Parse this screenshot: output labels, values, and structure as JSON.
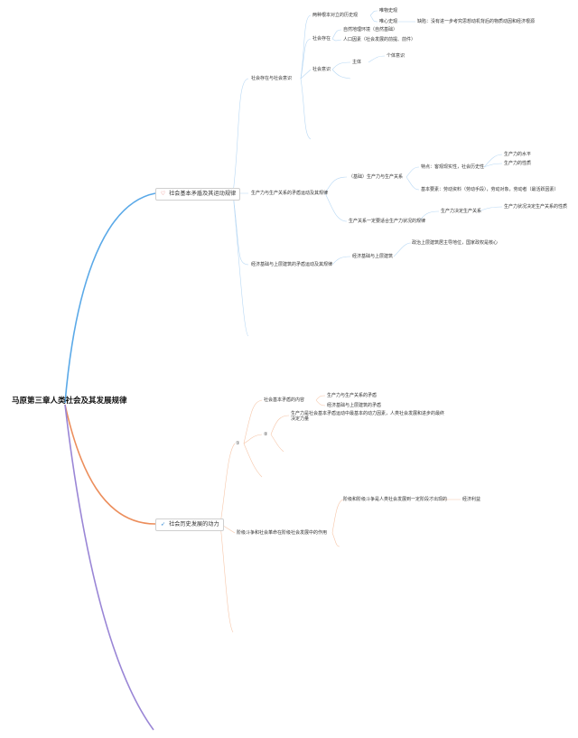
{
  "root": {
    "title": "马原第三章人类社会及其发展规律"
  },
  "colors": {
    "blue": "#5aa9e8",
    "orange": "#ec8e5c",
    "purple": "#9a86d6",
    "thin_blue": "#b8d8f4",
    "thin_orange": "#f6c7aa"
  },
  "branch1": {
    "label": "社会基本矛盾及其运动规律",
    "icon": "heart-icon",
    "n1": {
      "label": "社会存在与社会意识",
      "a": {
        "label": "两种根本对立的历史观",
        "c1": "唯物史观",
        "c2": "唯心史观",
        "note": "缺陷：没有进一步考究思想动机背后的物质动因和经济根源"
      },
      "b": {
        "label": "社会存在",
        "c1": "自然地理环境（自然基础）",
        "c2": "人口因素（社会发展的前提、前件）"
      },
      "c": {
        "label": "社会意识",
        "c1": "主体",
        "c1a": "个体意识"
      }
    },
    "n2": {
      "label": "生产力与生产关系的矛盾运动及其规律",
      "a": {
        "label": "（基础）生产力与生产关系",
        "f": {
          "label": "特点：客观现实性，社会历史性",
          "g1": "生产力的水平",
          "g2": "生产力的性质"
        },
        "h": "基本要素：劳动资料（劳动手段），劳动对象，劳动者（最活跃因素）"
      },
      "b": {
        "label": "生产关系一定要适合生产力状况的规律",
        "c": "生产力决定生产关系",
        "d": "生产力状况决定生产关系的性质"
      }
    },
    "n3": {
      "label": "经济基础与上层建筑的矛盾运动及其规律",
      "a": {
        "label": "经济基础与上层建筑",
        "c": "政治上层建筑居主导地位，国家政权是核心"
      }
    }
  },
  "branch2": {
    "label": "社会历史发展的动力",
    "icon": "paper-plane-icon",
    "m1": {
      "label": "①",
      "a": {
        "label": "社会基本矛盾的内容",
        "c1": "生产力与生产关系的矛盾",
        "c2": "经济基础与上层建筑的矛盾"
      },
      "b": {
        "label": "②",
        "c": "生产力是社会基本矛盾运动中最基本的动力因素，人类社会发展和进步的最终决定力量"
      }
    },
    "m2": {
      "label": "阶级斗争和社会革命在阶级社会发展中的作用",
      "a": {
        "label": "阶级和阶级斗争是人类社会发展到一定阶段才出现的",
        "c": "经济利益"
      }
    }
  }
}
